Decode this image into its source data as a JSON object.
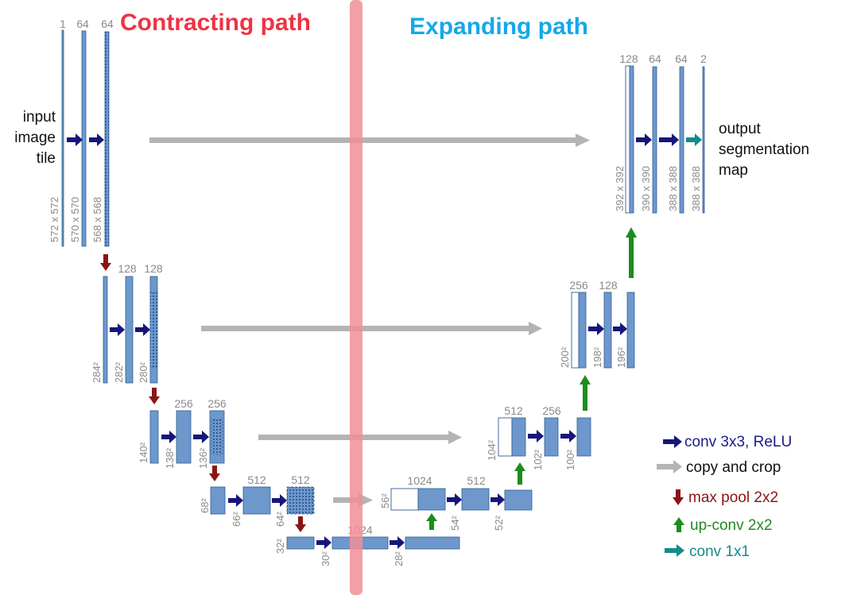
{
  "titles": {
    "contracting": "Contracting path",
    "expanding": "Expanding path"
  },
  "colors": {
    "block_fill": "#6e98cc",
    "block_stroke": "#2f5d97",
    "conv": "#16167a",
    "copy": "#b4b4b4",
    "pool": "#8b1414",
    "upconv": "#1d8c1d",
    "conv1x1": "#138b8b",
    "contracting_title": "#ee3344",
    "expanding_title": "#15a8e8",
    "divider": "#f08f95"
  },
  "input_label": [
    "input",
    "image",
    "tile"
  ],
  "output_label": [
    "output",
    "segmentation",
    "map"
  ],
  "level1": {
    "channels": [
      "1",
      "64",
      "64",
      "128",
      "64",
      "64",
      "2"
    ],
    "sizes": [
      "572 x 572",
      "570 x 570",
      "568 x 568",
      "392 x 392",
      "390 x 390",
      "388 x 388",
      "388 x 388"
    ]
  },
  "level2": {
    "channels": [
      "128",
      "128",
      "256",
      "128"
    ],
    "sizes": [
      "284²",
      "282²",
      "280²",
      "200²",
      "198²",
      "196²"
    ]
  },
  "level3": {
    "channels": [
      "256",
      "256",
      "512",
      "256"
    ],
    "sizes": [
      "140²",
      "138²",
      "136²",
      "104²",
      "102²",
      "100²"
    ]
  },
  "level4": {
    "channels": [
      "512",
      "512",
      "1024",
      "512"
    ],
    "sizes": [
      "68²",
      "66²",
      "64²",
      "56²",
      "54²",
      "52²"
    ]
  },
  "level5": {
    "channels": [
      "1024"
    ],
    "sizes": [
      "32²",
      "30²",
      "28²"
    ]
  },
  "legend": {
    "conv": "conv 3x3, ReLU",
    "copy": "copy and crop",
    "pool": "max pool 2x2",
    "upconv": "up-conv 2x2",
    "conv1x1": "conv 1x1"
  }
}
